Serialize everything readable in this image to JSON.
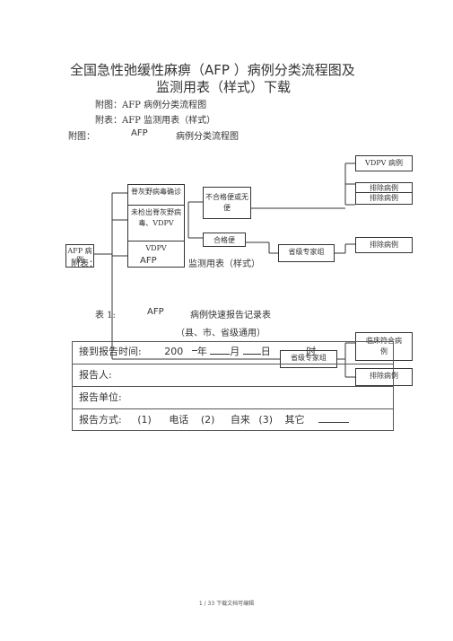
{
  "doc": {
    "title_line1": "全国急性弛缓性麻痹（AFP ）病例分类流程图及",
    "title_line2": "监测用表（样式）下载",
    "appendix_chart": "附图：AFP 病例分类流程图",
    "appendix_table": "附表：AFP 监测用表（样式）",
    "fig_label": "附图：",
    "fig_afp": "AFP",
    "fig_name": "病例分类流程图",
    "table_section_label": "附表：",
    "table_section_afp": "AFP",
    "table_section_name": "监测用表（样式）",
    "table1_label": "表 1:",
    "table1_afp": "AFP",
    "table1_name": "病例快速报告记录表",
    "table1_scope": "（县、市、省级通用）",
    "footer": "1 / 33 下载文档可编辑"
  },
  "flow": {
    "vdpv_case": "VDPV 病例",
    "exclude_top_a": "排除病例",
    "exclude_top_b": "排除病例",
    "polio_confirmed": "脊灰野病毒确诊",
    "not_detected": "未检出脊灰野病毒、VDPV",
    "unqualified": "不合格便或无便",
    "qualified": "合格便",
    "vdpv": "VDPV",
    "afp_case": "AFP 病例",
    "provincial_expert_1": "省级专家组",
    "exclude_mid": "排除病例",
    "clinical_compatible": "临床符合病例",
    "provincial_expert_2": "省级专家组",
    "exclude_bottom": "排除病例"
  },
  "table1": {
    "row1_label": "接到报告时间:",
    "row1_year_prefix": "200",
    "row1_year": "年",
    "row1_month": "月",
    "row1_day": "日",
    "row1_hour": "时",
    "row2_label": "报告人:",
    "row3_label": "报告单位:",
    "row4_label": "报告方式:",
    "row4_opt1_num": "(1)",
    "row4_opt1": "电话",
    "row4_opt2_num": "(2)",
    "row4_opt2": "自来",
    "row4_opt3_num": "(3)",
    "row4_opt3": "其它"
  }
}
